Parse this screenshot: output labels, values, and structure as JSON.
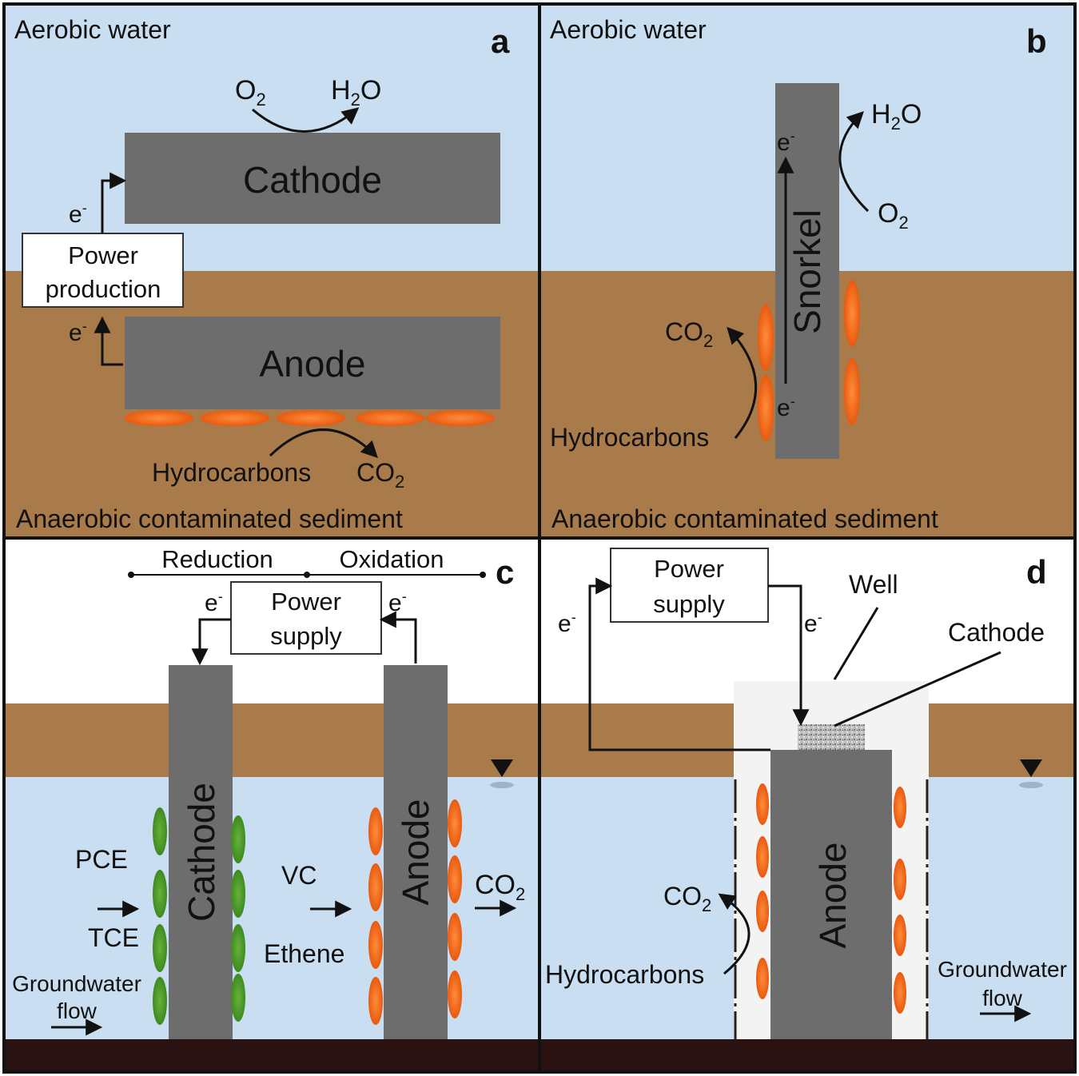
{
  "panel_a": {
    "letter": "a",
    "top_label": "Aerobic water",
    "bottom_label": "Anaerobic contaminated sediment",
    "cathode": "Cathode",
    "anode": "Anode",
    "power_line1": "Power",
    "power_line2": "production",
    "electron": "e",
    "electron_sup": "-",
    "o2_main": "O",
    "o2_sub": "2",
    "h2o_h": "H",
    "h2o_sub": "2",
    "h2o_o": "O",
    "hydrocarbons": "Hydrocarbons",
    "co2_main": "CO",
    "co2_sub": "2"
  },
  "panel_b": {
    "letter": "b",
    "top_label": "Aerobic water",
    "bottom_label": "Anaerobic contaminated sediment",
    "snorkel": "Snorkel",
    "electron": "e",
    "electron_sup": "-",
    "h2o_h": "H",
    "h2o_sub": "2",
    "h2o_o": "O",
    "o2_main": "O",
    "o2_sub": "2",
    "co2_main": "CO",
    "co2_sub": "2",
    "hydrocarbons": "Hydrocarbons"
  },
  "panel_c": {
    "letter": "c",
    "reduction": "Reduction",
    "oxidation": "Oxidation",
    "power_line1": "Power",
    "power_line2": "supply",
    "electron": "e",
    "electron_sup": "-",
    "cathode": "Cathode",
    "anode": "Anode",
    "pce": "PCE",
    "tce": "TCE",
    "vc": "VC",
    "ethene": "Ethene",
    "co2_main": "CO",
    "co2_sub": "2",
    "gw_line1": "Groundwater",
    "gw_line2": "flow"
  },
  "panel_d": {
    "letter": "d",
    "power_line1": "Power",
    "power_line2": "supply",
    "electron": "e",
    "electron_sup": "-",
    "well": "Well",
    "cathode": "Cathode",
    "anode": "Anode",
    "co2_main": "CO",
    "co2_sub": "2",
    "hydrocarbons": "Hydrocarbons",
    "gw_line1": "Groundwater",
    "gw_line2": "flow"
  },
  "colors": {
    "water": "#c9def0",
    "sediment": "#a97b4b",
    "electrode": "#6d6d6d",
    "bacteria_orange": "#ee6a1a",
    "bacteria_green": "#4e9a2a",
    "bedrock": "#2a1212"
  }
}
